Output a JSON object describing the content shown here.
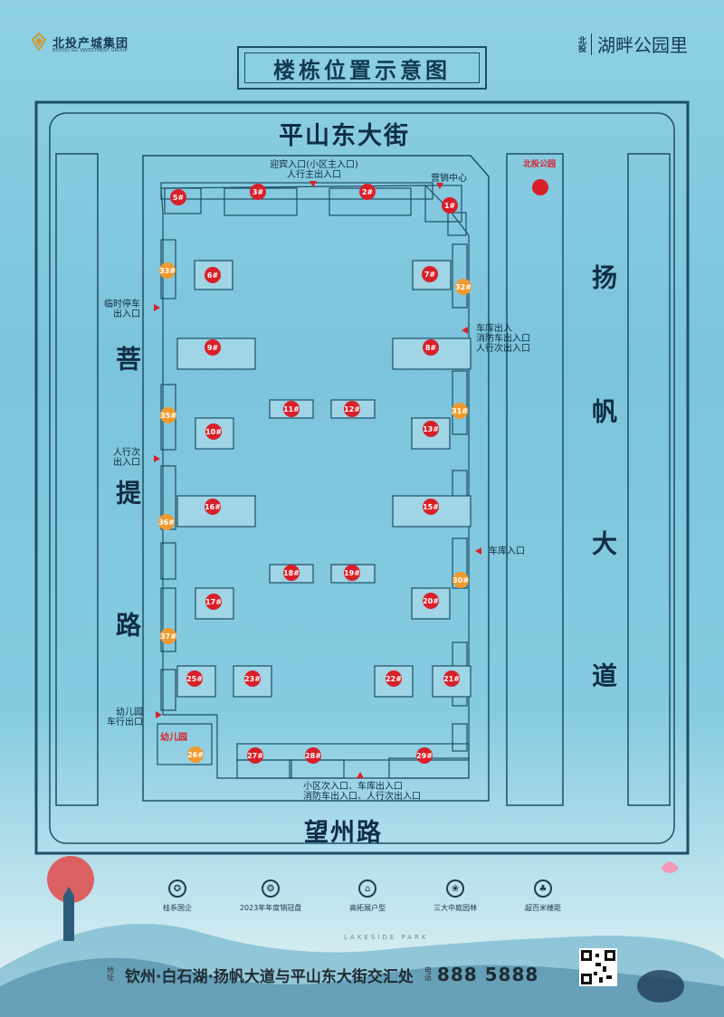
{
  "header": {
    "brand_name": "北投产城集团",
    "brand_sub": "BEITOU I&C INVESTMENT GROUP",
    "project_prefix": "北投",
    "project_name": "湖畔公园里",
    "title": "楼栋位置示意图"
  },
  "roads": {
    "north": "平山东大街",
    "south": "望州路",
    "west": [
      "菩",
      "提",
      "路"
    ],
    "east": [
      "扬",
      "帆",
      "大",
      "道"
    ]
  },
  "park_label": "北投公园",
  "entrances": {
    "north_main": [
      "迎宾入口(小区主入口)",
      "人行主出入口"
    ],
    "sales_center": "营销中心",
    "west_temp_parking": [
      "临时停车",
      "出入口"
    ],
    "west_pedestrian": [
      "人行次",
      "出入口"
    ],
    "west_kindergarten": [
      "幼儿园",
      "车行出口"
    ],
    "east_garage_1": [
      "车库出入",
      "消防车出入口",
      "人行次出入口"
    ],
    "east_garage_2": "车库入口",
    "south": [
      "小区次入口、车库出入口",
      "消防车出入口、人行次出入口"
    ],
    "kindergarten": "幼儿园"
  },
  "buildings": {
    "red": [
      "1#",
      "2#",
      "3#",
      "5#",
      "6#",
      "7#",
      "8#",
      "9#",
      "10#",
      "11#",
      "12#",
      "13#",
      "15#",
      "16#",
      "17#",
      "18#",
      "19#",
      "20#",
      "21#",
      "22#",
      "23#",
      "25#",
      "27#",
      "28#",
      "29#"
    ],
    "orange": [
      "26#",
      "30#",
      "31#",
      "32#",
      "33#",
      "35#",
      "36#",
      "37#"
    ]
  },
  "features": [
    {
      "icon": "gear-emblem-icon",
      "label": "桂系国企"
    },
    {
      "icon": "crown-badge-icon",
      "label": "2023年年度销冠盘"
    },
    {
      "icon": "house-icon",
      "label": "高拓展户型"
    },
    {
      "icon": "garden-icon",
      "label": "三大中庭园林"
    },
    {
      "icon": "tree-icon",
      "label": "超百米楼距"
    }
  ],
  "footer": {
    "addr_label": "地址",
    "address": "钦州·白石湖·扬帆大道与平山东大街交汇处",
    "phone_label": "电话",
    "phone": "888 5888",
    "lake_text": "LAKESIDE  PARK"
  },
  "colors": {
    "pin_red": "#d9202a",
    "pin_orange": "#ee9a30",
    "line": "#1d4f66"
  }
}
